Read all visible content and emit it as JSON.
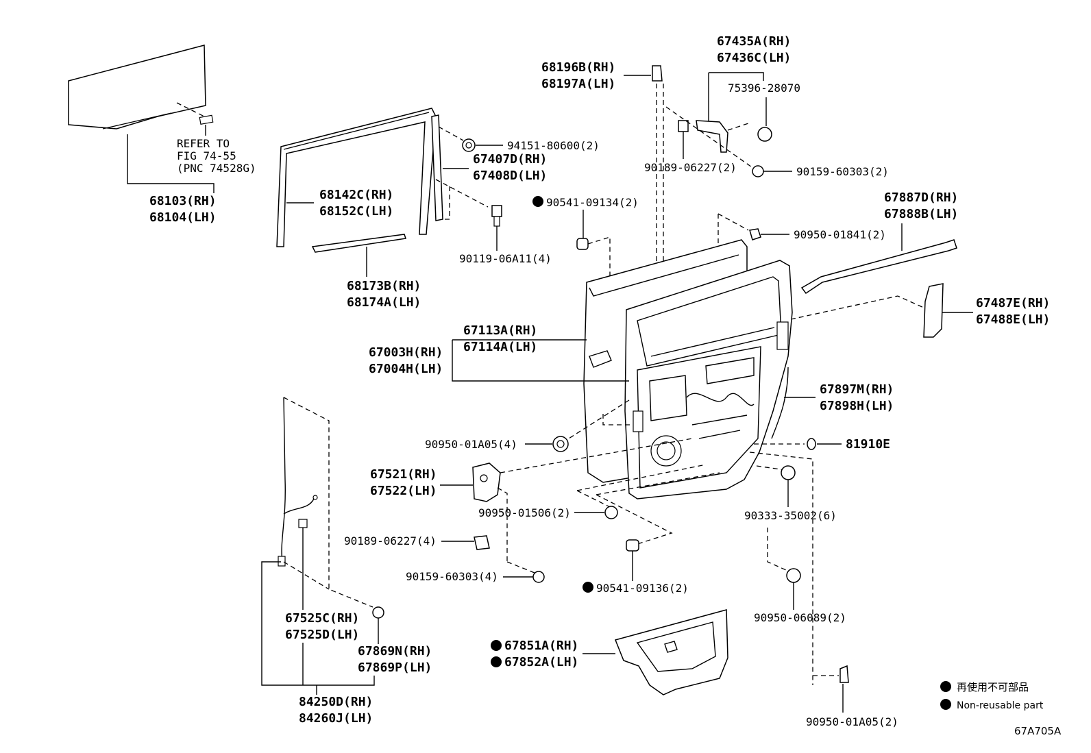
{
  "diagram_id": "67A705A",
  "legend": {
    "jp": "再使用不可部品",
    "en": "Non-reusable part"
  },
  "refer": {
    "line1": "REFER TO",
    "line2": "FIG 74-55",
    "line3": "(PNC 74528G)"
  },
  "labels": {
    "p68103": "68103(RH)",
    "p68104": "68104(LH)",
    "p68142": "68142C(RH)",
    "p68152": "68152C(LH)",
    "p68173": "68173B(RH)",
    "p68174": "68174A(LH)",
    "p94151": "94151-80600(2)",
    "p67407": "67407D(RH)",
    "p67408": "67408D(LH)",
    "p90119": "90119-06A11(4)",
    "p90541a": "90541-09134(2)",
    "p68196": "68196B(RH)",
    "p68197": "68197A(LH)",
    "p67435": "67435A(RH)",
    "p67436": "67436C(LH)",
    "p75396": "75396-28070",
    "p90189a": "90189-06227(2)",
    "p90159a": "90159-60303(2)",
    "p67887": "67887D(RH)",
    "p67888": "67888B(LH)",
    "p90950a": "90950-01841(2)",
    "p67487": "67487E(RH)",
    "p67488": "67488E(LH)",
    "p67113": "67113A(RH)",
    "p67114": "67114A(LH)",
    "p67003": "67003H(RH)",
    "p67004": "67004H(LH)",
    "p67897": "67897M(RH)",
    "p67898": "67898H(LH)",
    "p90950b": "90950-01A05(4)",
    "p81910": "81910E",
    "p67521": "67521(RH)",
    "p67522": "67522(LH)",
    "p90950c": "90950-01506(2)",
    "p90333": "90333-35002(6)",
    "p90189b": "90189-06227(4)",
    "p90159b": "90159-60303(4)",
    "p90541b": "90541-09136(2)",
    "p90950d": "90950-06089(2)",
    "p67525": "67525C(RH)",
    "p67525d": "67525D(LH)",
    "p67869n": "67869N(RH)",
    "p67869p": "67869P(LH)",
    "p67851": "67851A(RH)",
    "p67852": "67852A(LH)",
    "p84250": "84250D(RH)",
    "p84260": "84260J(LH)",
    "p90950e": "90950-01A05(2)"
  }
}
